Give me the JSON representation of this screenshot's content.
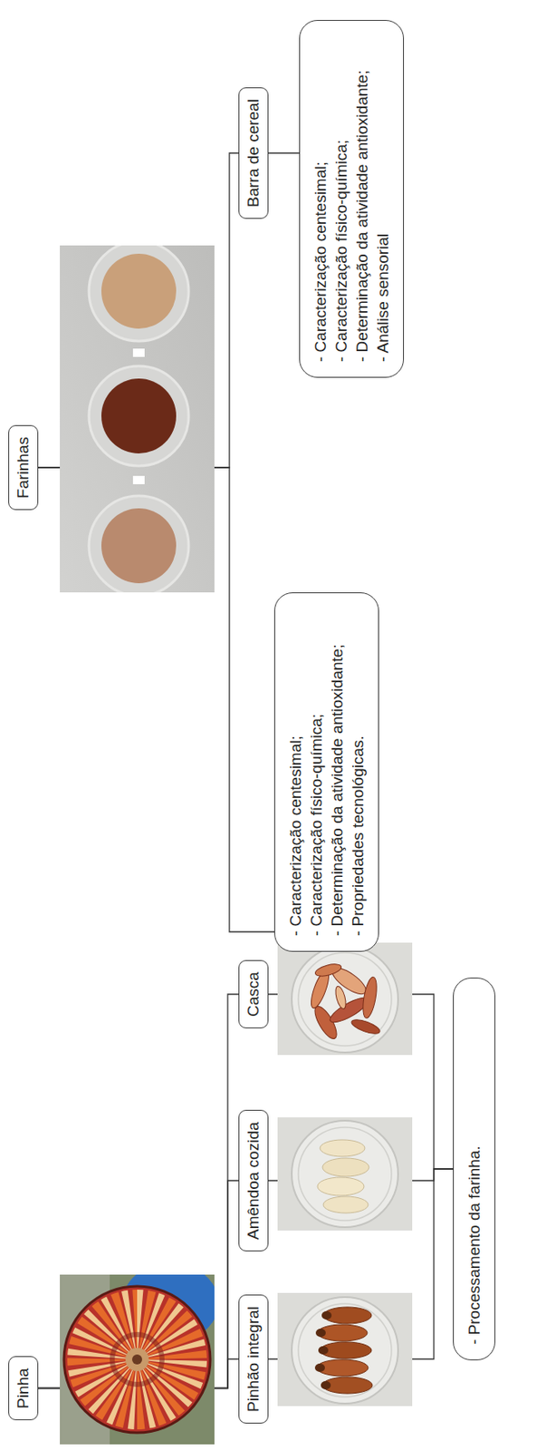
{
  "diagram": {
    "nodes": [
      {
        "text": [
          "Pinha"
        ]
      },
      {
        "text": [
          "Pinhão integral"
        ]
      },
      {
        "text": [
          "Amêndoa cozida"
        ]
      },
      {
        "text": [
          "Casca"
        ]
      },
      {
        "text": [
          "- Processamento da farinha."
        ]
      },
      {
        "text": [
          "Farinhas"
        ]
      },
      {
        "text": [
          "- Caracterização centesimal;",
          "- Caracterização físico-química;",
          "- Determinação da atividade antioxidante;",
          "- Propriedades tecnológicas."
        ]
      },
      {
        "text": [
          "Barra de cereal"
        ]
      },
      {
        "text": [
          "- Caracterização centesimal;",
          "- Caracterização físico-química;",
          "- Determinação da atividade antioxidante;",
          "- Análise sensorial"
        ]
      }
    ],
    "edges": [
      {
        "from": 0,
        "to": 1,
        "arrow": "none"
      },
      {
        "from": 0,
        "to": 2,
        "arrow": "none"
      },
      {
        "from": 0,
        "to": 3,
        "arrow": "none"
      },
      {
        "from": 1,
        "to": 4,
        "arrow": "none"
      },
      {
        "from": 2,
        "to": 4,
        "arrow": "none"
      },
      {
        "from": 3,
        "to": 4,
        "arrow": "none"
      },
      {
        "from": 5,
        "to": 6,
        "arrow": "none"
      },
      {
        "from": 5,
        "to": 7,
        "arrow": "none"
      },
      {
        "from": 7,
        "to": 8,
        "arrow": "none"
      }
    ]
  }
}
